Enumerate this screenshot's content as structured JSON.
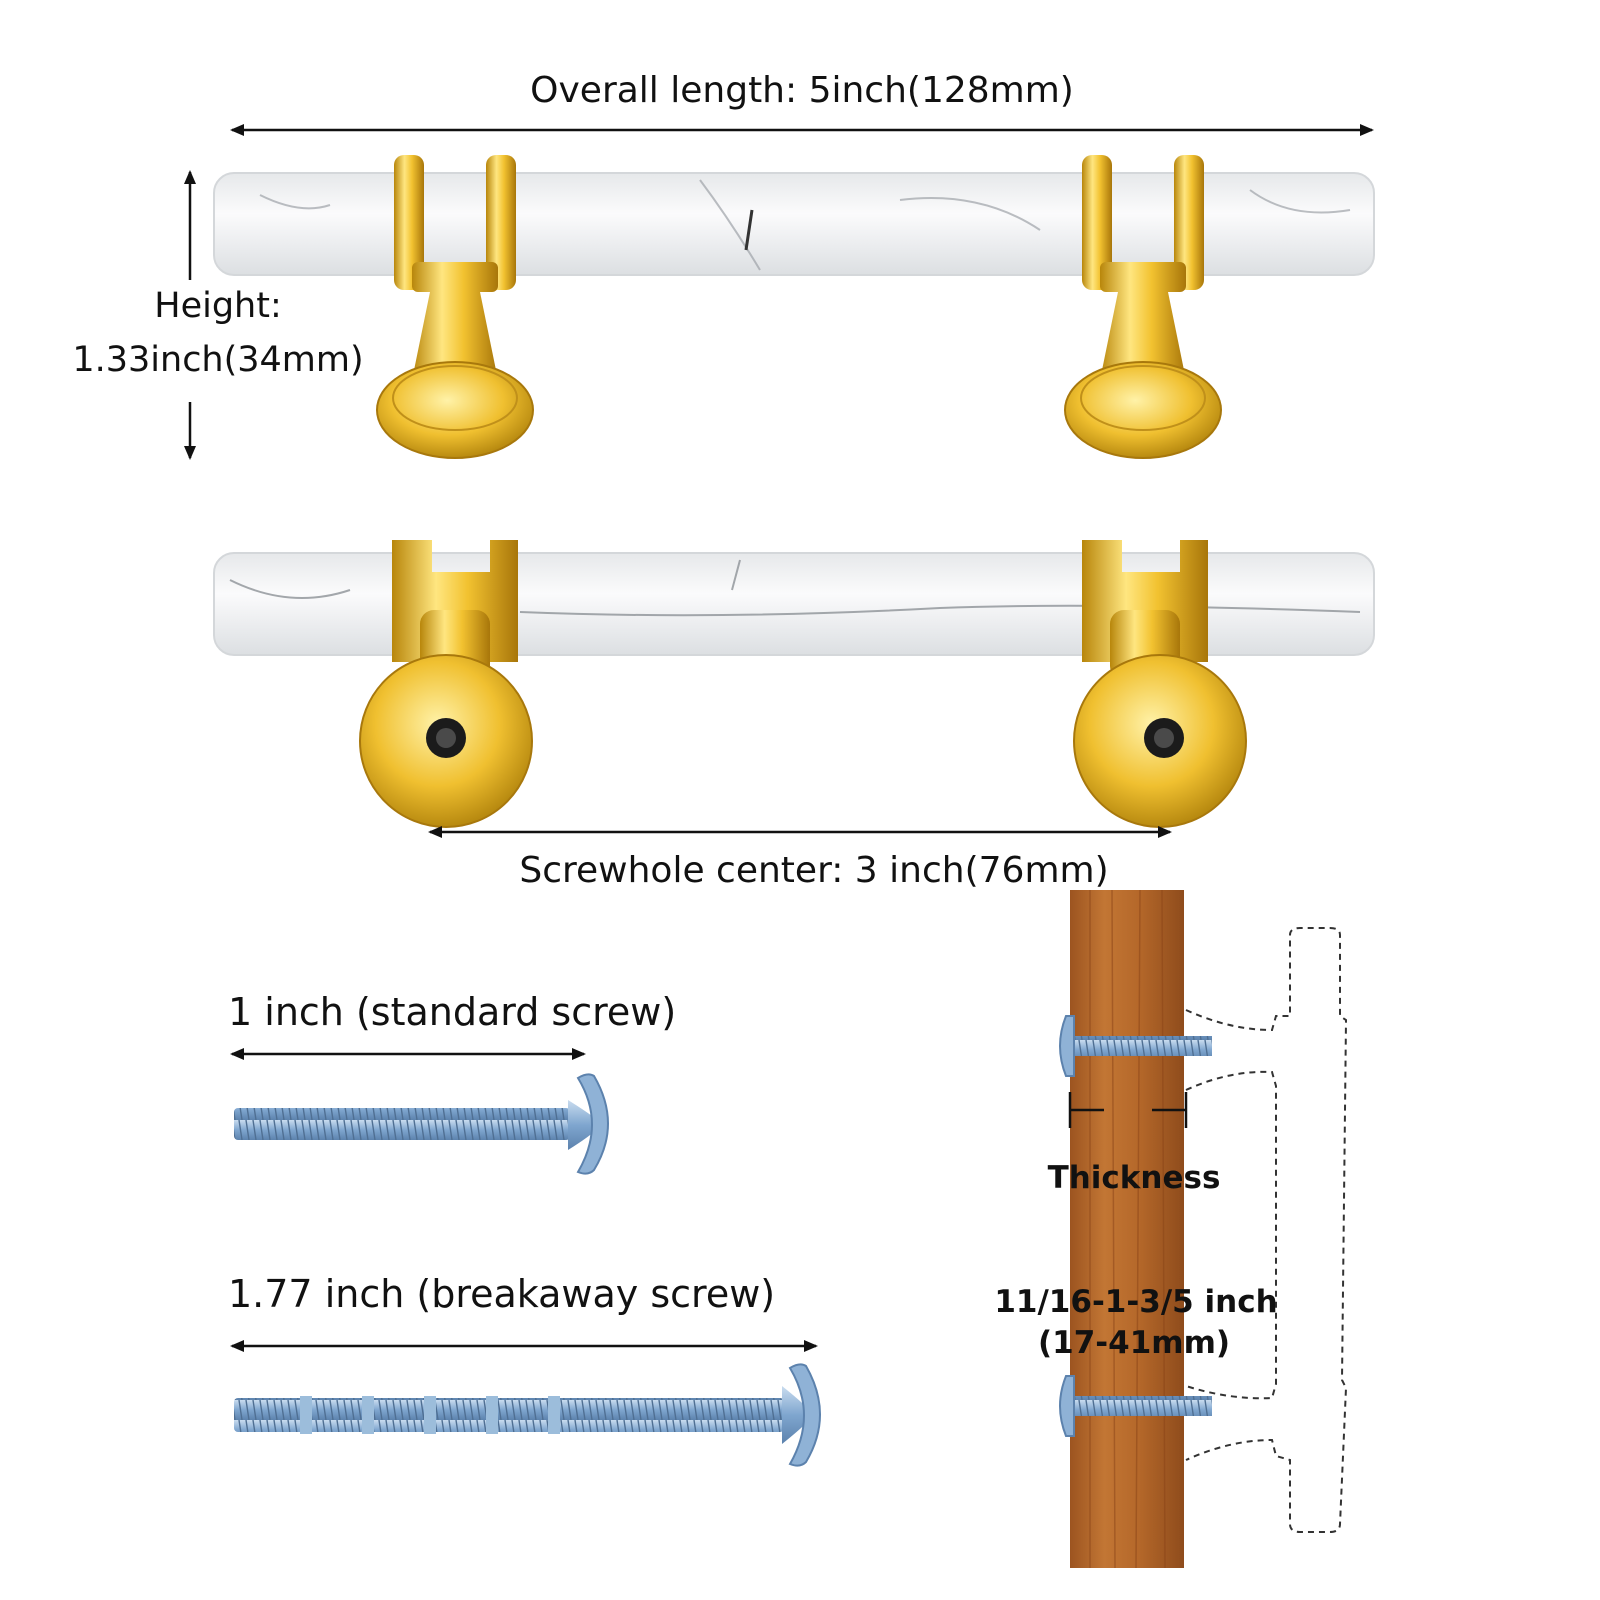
{
  "dimensions": {
    "overall_length": "Overall length: 5inch(128mm)",
    "height_line1": "Height:",
    "height_line2": "1.33inch(34mm)",
    "screwhole_center": "Screwhole center: 3 inch(76mm)"
  },
  "screws": {
    "standard": "1 inch (standard screw)",
    "breakaway": "1.77 inch (breakaway screw)"
  },
  "installation": {
    "thickness_label": "Thickness",
    "range_line1": "11/16-1-3/5 inch",
    "range_line2": "(17-41mm)"
  },
  "colors": {
    "gold": "#e0b21e",
    "marble": "#f1f2f3",
    "wood": "#b86a2a",
    "screw": "#8fb2d6",
    "arrow": "#111111"
  }
}
